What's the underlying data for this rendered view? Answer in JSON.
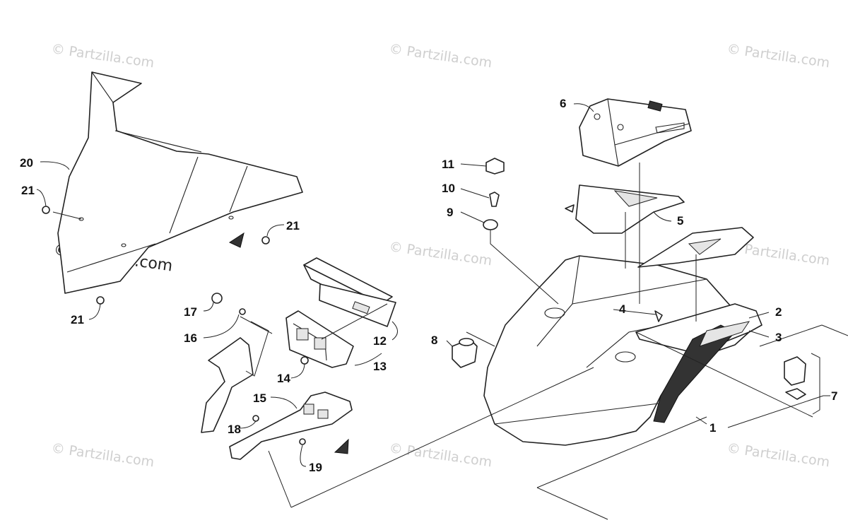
{
  "watermark": {
    "text": "© Partzilla.com"
  },
  "callouts": [
    {
      "id": "callout-1",
      "number": "1"
    },
    {
      "id": "callout-2",
      "number": "2"
    },
    {
      "id": "callout-3",
      "number": "3"
    },
    {
      "id": "callout-4",
      "number": "4"
    },
    {
      "id": "callout-5",
      "number": "5"
    },
    {
      "id": "callout-6",
      "number": "6"
    },
    {
      "id": "callout-7",
      "number": "7"
    },
    {
      "id": "callout-8",
      "number": "8"
    },
    {
      "id": "callout-9",
      "number": "9"
    },
    {
      "id": "callout-10",
      "number": "10"
    },
    {
      "id": "callout-11",
      "number": "11"
    },
    {
      "id": "callout-12",
      "number": "12"
    },
    {
      "id": "callout-13",
      "number": "13"
    },
    {
      "id": "callout-14",
      "number": "14"
    },
    {
      "id": "callout-15",
      "number": "15"
    },
    {
      "id": "callout-16",
      "number": "16"
    },
    {
      "id": "callout-17",
      "number": "17"
    },
    {
      "id": "callout-18",
      "number": "18"
    },
    {
      "id": "callout-19",
      "number": "19"
    },
    {
      "id": "callout-20",
      "number": "20"
    },
    {
      "id": "callout-21a",
      "number": "21"
    },
    {
      "id": "callout-21b",
      "number": "21"
    },
    {
      "id": "callout-21c",
      "number": "21"
    }
  ]
}
